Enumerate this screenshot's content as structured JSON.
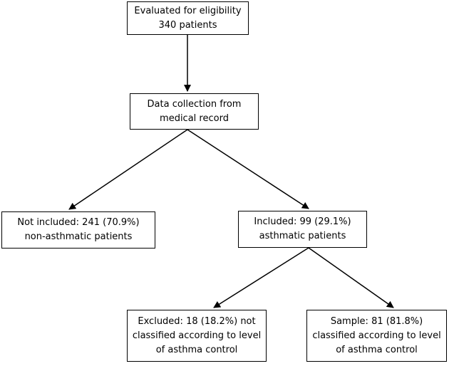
{
  "flowchart": {
    "eligibility": {
      "line1": "Evaluated for eligibility",
      "line2": "340 patients"
    },
    "data_collection": {
      "line1": "Data collection from",
      "line2": "medical record"
    },
    "not_included": {
      "line1": "Not included: 241 (70.9%)",
      "line2": "non-asthmatic patients"
    },
    "included": {
      "line1": "Included: 99 (29.1%)",
      "line2": "asthmatic patients"
    },
    "excluded": {
      "line1": "Excluded: 18 (18.2%) not",
      "line2": "classified according to level",
      "line3": "of asthma control"
    },
    "sample": {
      "line1": "Sample: 81 (81.8%)",
      "line2": "classified according to level",
      "line3": "of asthma control"
    }
  }
}
